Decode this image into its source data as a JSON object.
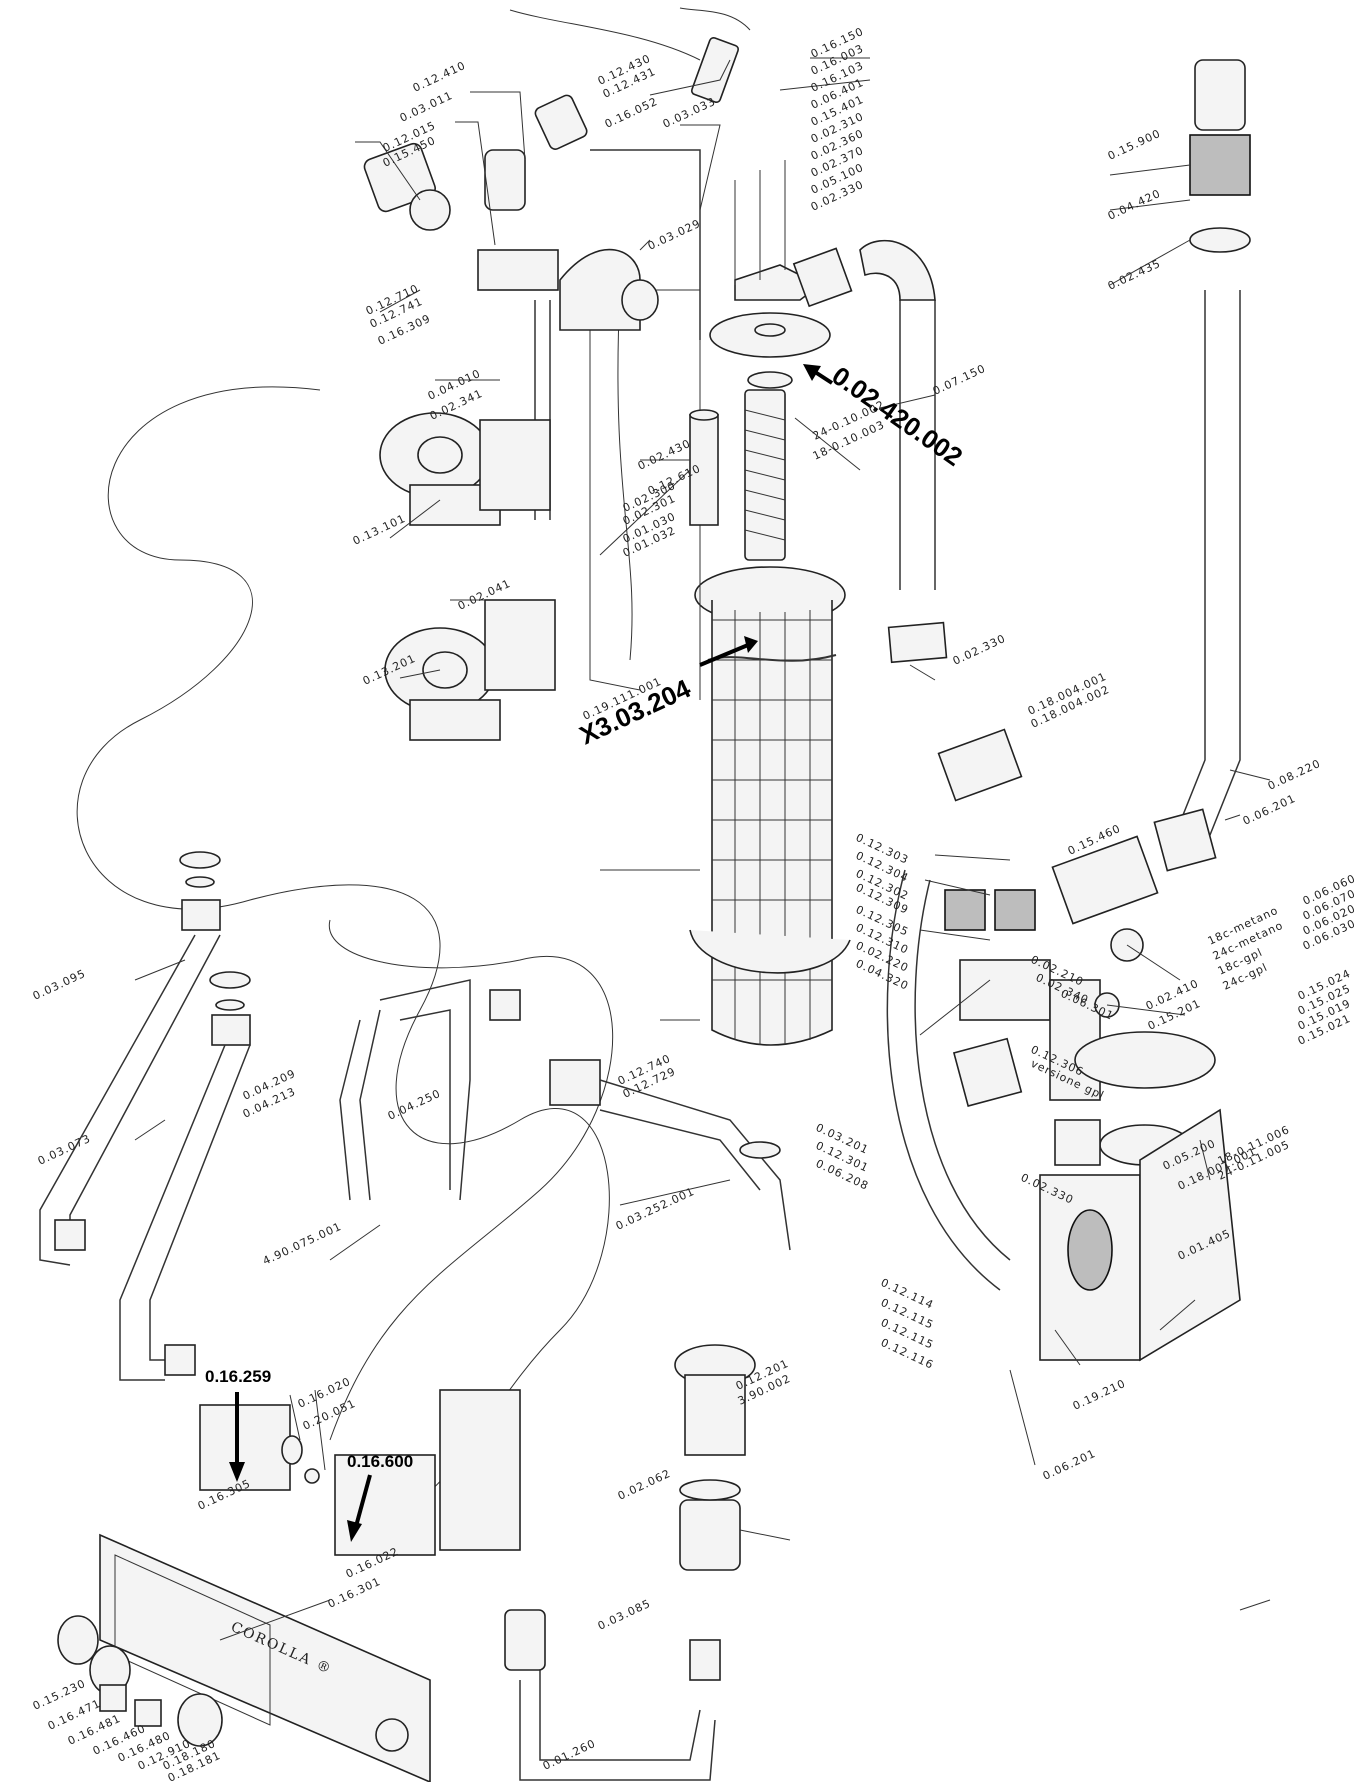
{
  "callouts": {
    "gasket": "0.02.420.002",
    "insulation": "X3.03.204",
    "board_a": "0.16.259",
    "board_b": "0.16.600"
  },
  "brand": "COROLLA ®",
  "labels": [
    "0.12.410",
    "0.03.011",
    "0.12.015",
    "0.15.450",
    "0.12.430",
    "0.12.431",
    "0.16.052",
    "0.03.033",
    "0.16.150",
    "0.16.003",
    "0.16.103",
    "0.06.401",
    "0.15.401",
    "0.02.310",
    "0.02.360",
    "0.02.370",
    "0.05.100",
    "0.02.330",
    "0.03.029",
    "0.12.710",
    "0.12.741",
    "0.16.309",
    "0.04.010",
    "0.02.341",
    "0.13.101",
    "0.02.430",
    "0.12.610",
    "0.02.300",
    "0.02.301",
    "0.01.030",
    "0.01.032",
    "0.02.041",
    "0.13.201",
    "0.19.111.001",
    "0.07.150",
    "24-0.10.002",
    "18-0.10.003",
    "0.02.330",
    "0.15.900",
    "0.04.420",
    "0.02.435",
    "0.18.004.001",
    "0.18.004.002",
    "0.08.220",
    "0.06.201",
    "0.15.460",
    "0.12.303",
    "0.12.304",
    "0.12.302",
    "0.12.309",
    "0.12.305",
    "0.12.310",
    "0.02.220",
    "0.04.320",
    "0.02.210",
    "0.02.340",
    "0.06.301",
    "0.02.410",
    "0.15.201",
    "18c-metano",
    "24c-metano",
    "18c-gpl",
    "24c-gpl",
    "0.06.060",
    "0.06.070",
    "0.06.020",
    "0.06.030",
    "0.15.024",
    "0.15.025",
    "0.15.019",
    "0.15.021",
    "0.12.306",
    "versione gpl",
    "0.12.740",
    "0.12.729",
    "0.03.201",
    "0.12.301",
    "0.06.208",
    "0.02.330",
    "0.05.200",
    "0.18.001.001",
    "18-0.11.006",
    "24-0.11.005",
    "0.03.095",
    "0.04.209",
    "0.04.213",
    "0.04.250",
    "0.03.252.001",
    "0.03.073",
    "4.90.075.001",
    "0.12.114",
    "0.12.115",
    "0.12.115",
    "0.12.116",
    "0.01.405",
    "0.19.210",
    "0.06.201",
    "0.16.020",
    "0.20.051",
    "0.16.305",
    "0.16.022",
    "0.16.301",
    "0.12.201",
    "3.90.002",
    "0.02.062",
    "0.03.085",
    "0.15.230",
    "0.16.471",
    "0.16.481",
    "0.16.460",
    "0.16.480",
    "0.12.910",
    "0.18.180",
    "0.18.181",
    "0.01.260"
  ]
}
